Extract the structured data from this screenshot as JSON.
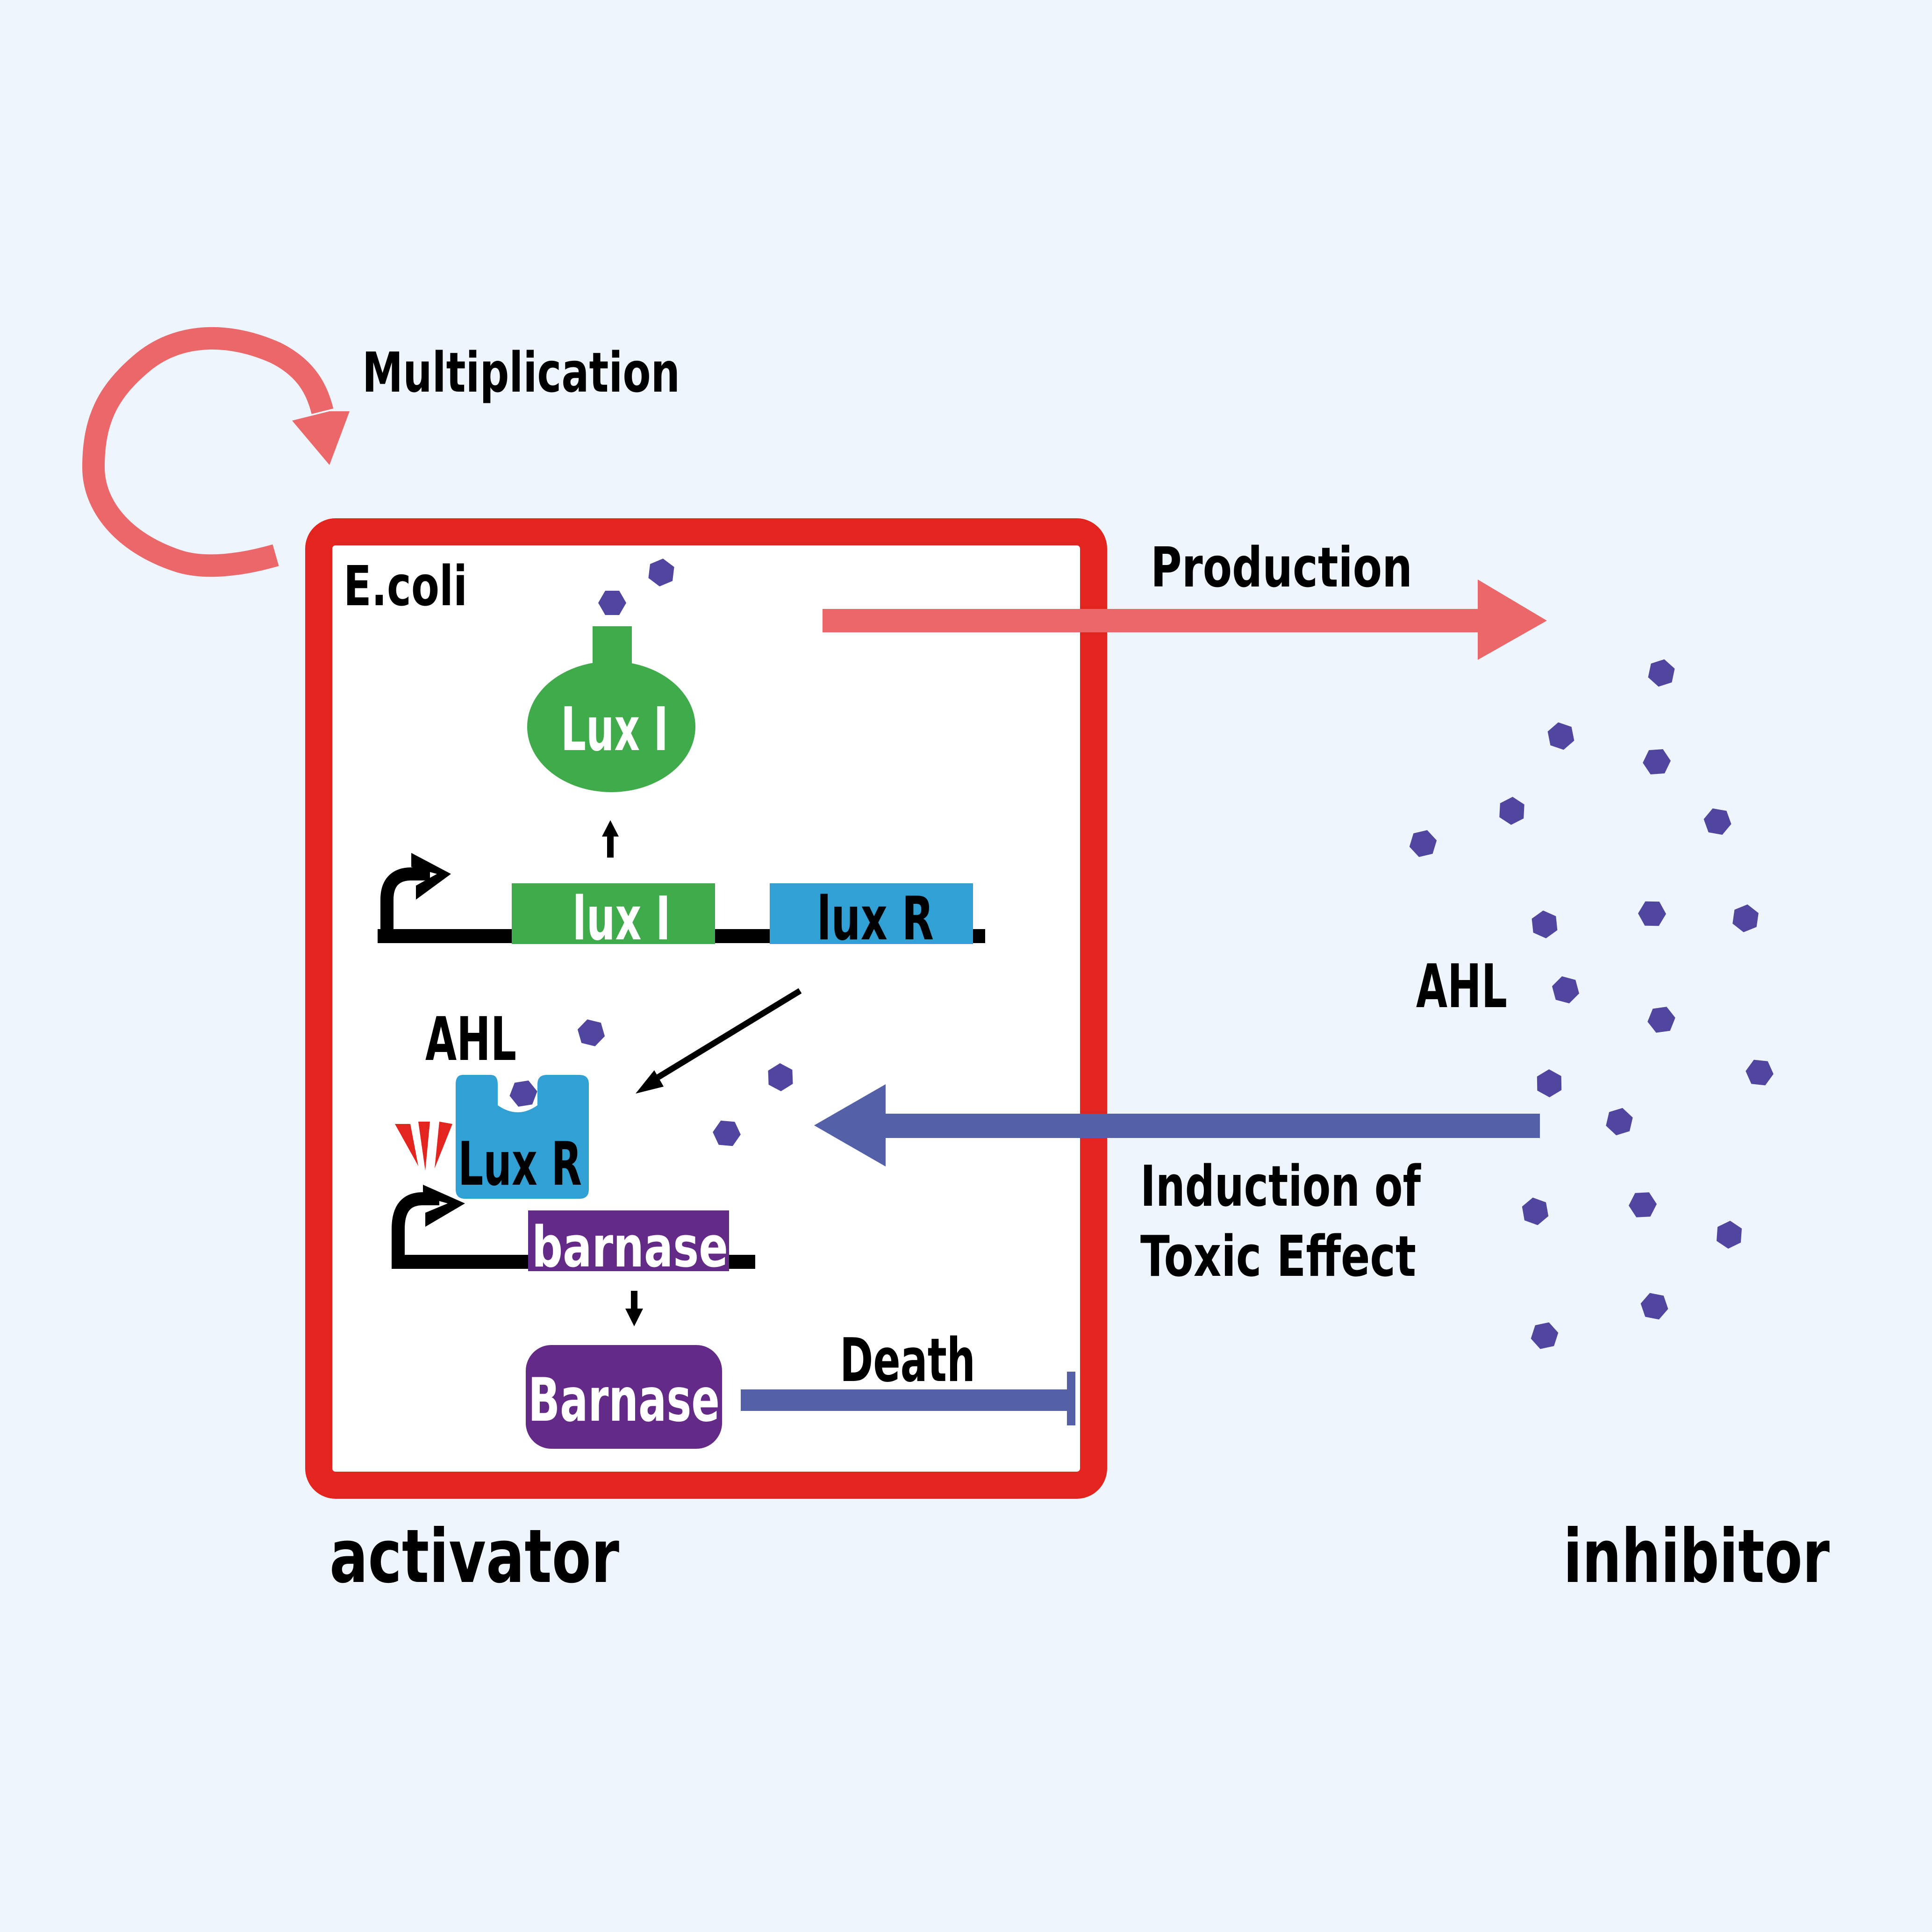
{
  "colors": {
    "background": "#eef5fc",
    "cell_border": "#e3241f",
    "cell_fill": "#ffffff",
    "pink_arrow": "#ec6769",
    "blue_arrow": "#5460a8",
    "ahl": "#5046a0",
    "luxI": "#3fab4b",
    "luxR": "#31a0d4",
    "barnase": "#632b87",
    "text": "#000000",
    "text_light": "#ffffff",
    "burst": "#e3241f"
  },
  "labels": {
    "multiplication": "Multiplication",
    "production": "Production",
    "cell": "E.coli",
    "luxI_protein": "Lux I",
    "luxI_gene": "lux I",
    "luxR_gene": "lux R",
    "ahl_inside": "AHL",
    "ahl_outside": "AHL",
    "luxR_protein": "Lux R",
    "barnase_gene": "barnase",
    "barnase_protein": "Barnase",
    "death": "Death",
    "induction_line1": "Induction of",
    "induction_line2": "Toxic Effect",
    "activator": "activator",
    "inhibitor": "inhibitor"
  },
  "icons": {
    "multiplication_arrow": "curved-arrow-icon",
    "production_arrow": "right-arrow-icon",
    "induction_arrow": "left-arrow-icon",
    "promoter": "bent-arrow-icon",
    "death_inhibition": "t-bar-icon",
    "ahl_molecule": "hexagon-icon",
    "activation_burst": "burst-icon"
  }
}
